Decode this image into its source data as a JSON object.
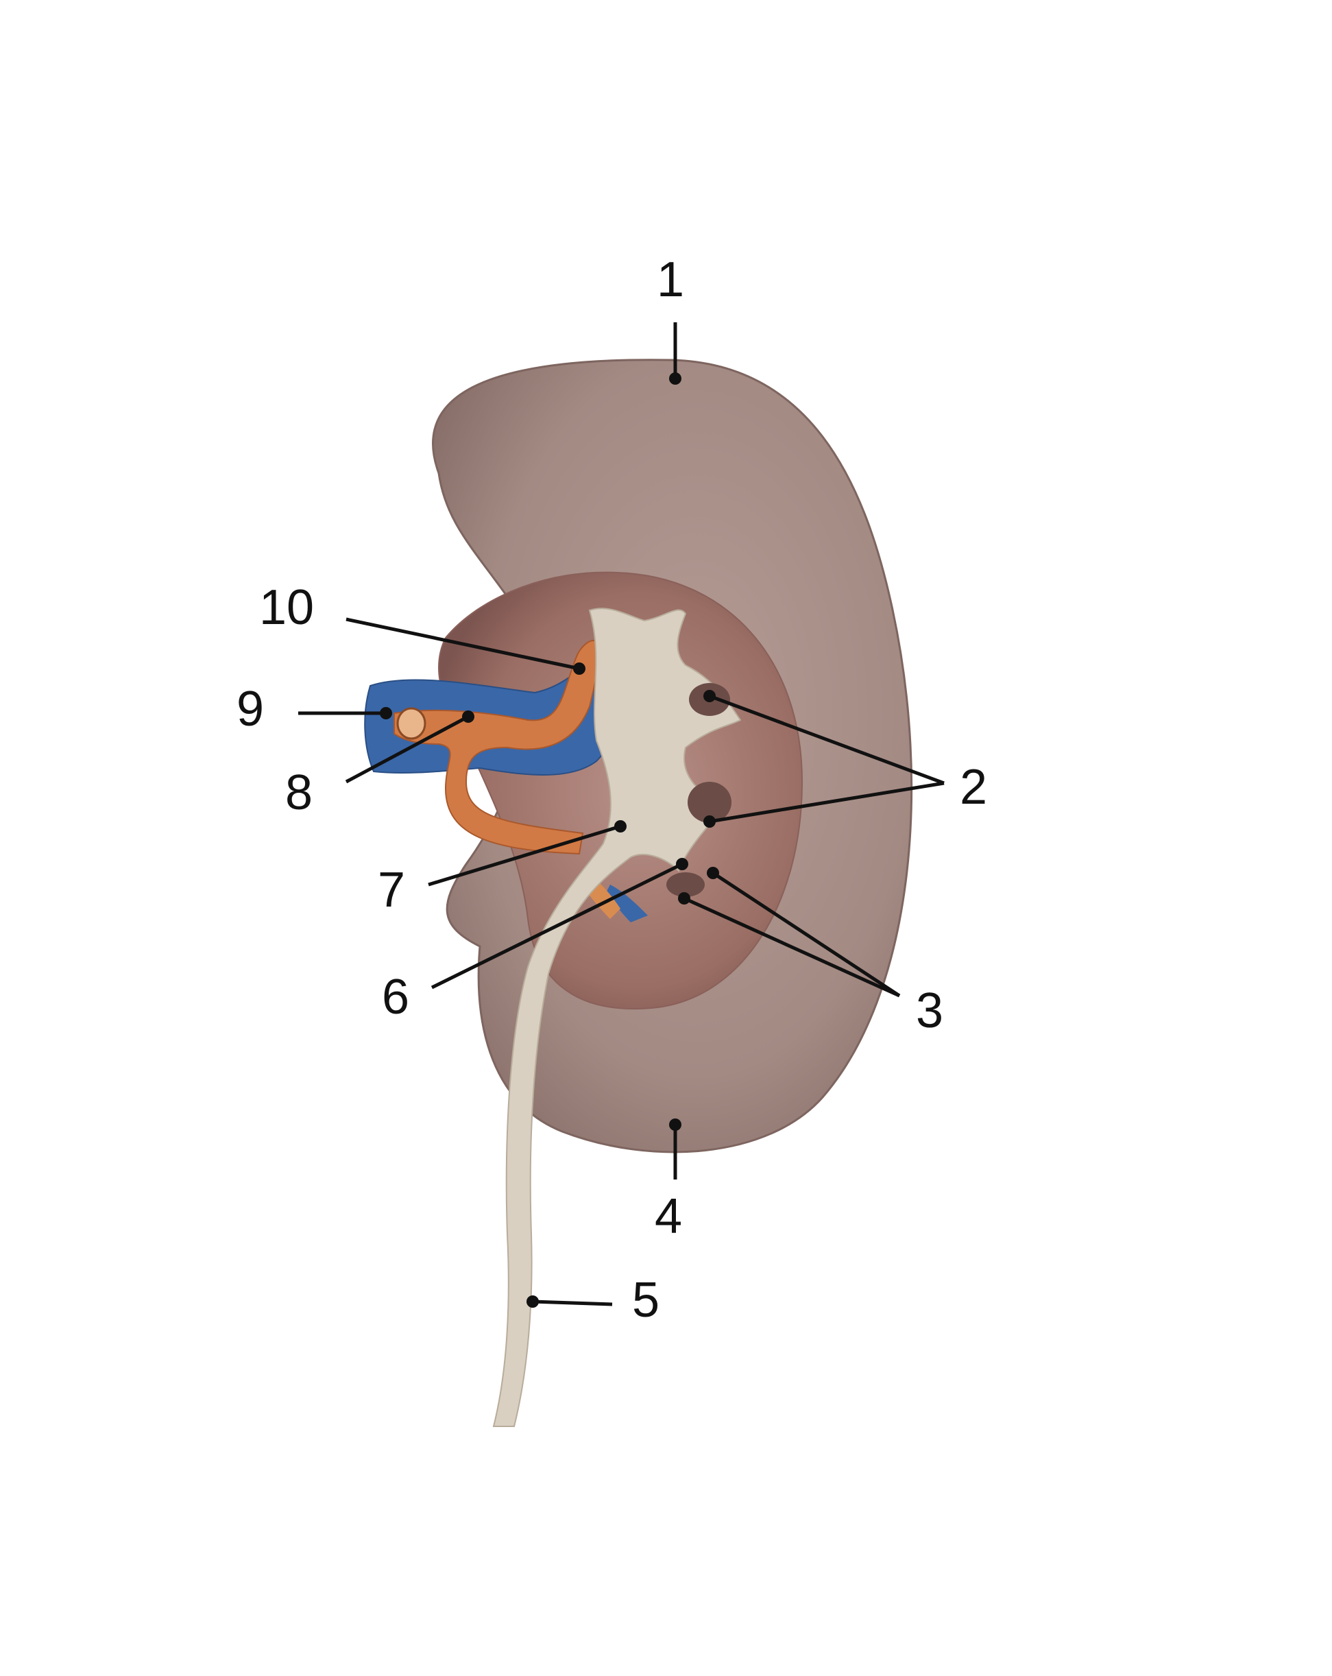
{
  "labels": {
    "l1": "1",
    "l2": "2",
    "l3": "3",
    "l4": "4",
    "l5": "5",
    "l6": "6",
    "l7": "7",
    "l8": "8",
    "l9": "9",
    "l10": "10"
  },
  "colors": {
    "kidney": "#a88f88",
    "kidney_dark": "#8c6f68",
    "sinus": "#9a7066",
    "pelvis": "#d9d0c2",
    "vein": "#3a67a8",
    "artery": "#d27a45",
    "leader": "#111111"
  }
}
